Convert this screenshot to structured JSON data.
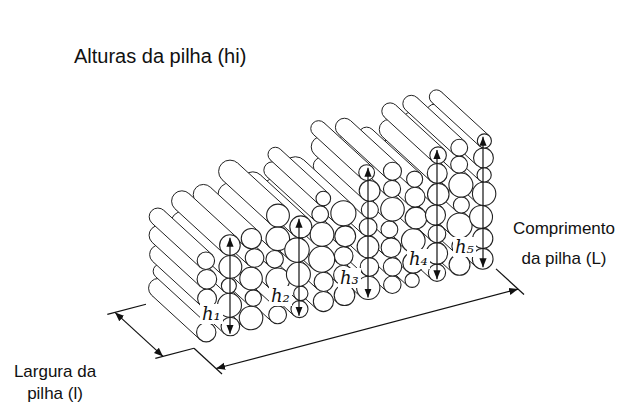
{
  "diagram": {
    "labels": [
      "Alturas da pilha (hi)",
      "h₁",
      "h₂",
      "h₃",
      "h₄",
      "h₅",
      "Comprimento da pilha (L)",
      "Largura da pilha (l)"
    ]
  }
}
